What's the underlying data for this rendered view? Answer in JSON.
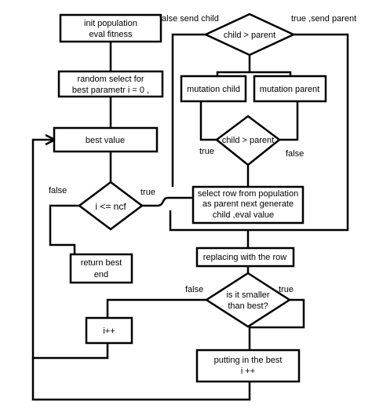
{
  "nodes": {
    "init": {
      "line1": "init population",
      "line2": "eval fitness"
    },
    "random_select": {
      "line1": "random select for",
      "line2": "best parametr  i = 0 ,"
    },
    "best_value": {
      "label": "best value"
    },
    "loop_check": {
      "label": "i <= ncf"
    },
    "return_best": {
      "line1": "return best",
      "line2": "end"
    },
    "child_parent_1": {
      "label": "child > parent"
    },
    "mutation_child": {
      "label": "mutation child"
    },
    "mutation_parent": {
      "label": "mutation parent"
    },
    "child_parent_2": {
      "label": "child > parent"
    },
    "select_row": {
      "line1": "select row from population",
      "line2": "as parent  next generate",
      "line3": "child ,eval value"
    },
    "replacing": {
      "label": "replacing with the row"
    },
    "smaller_check": {
      "line1": "is it smaller",
      "line2": "than best?"
    },
    "increment": {
      "label": "i++"
    },
    "putting_best": {
      "line1": "putting in the best",
      "line2": "i ++"
    }
  },
  "edge_labels": {
    "top_false": "false send child",
    "top_true": "true ,send parent",
    "mid_true": "true",
    "mid_false": "false",
    "loop_false": "false",
    "loop_true": "true",
    "smaller_false": "false",
    "smaller_true": "true"
  }
}
